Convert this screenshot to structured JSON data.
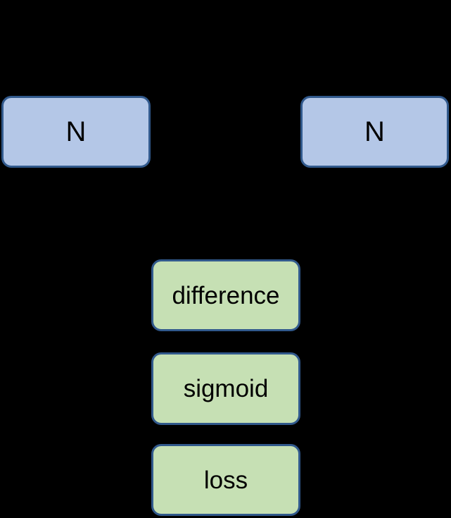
{
  "diagram": {
    "background_color": "#000000",
    "node_border_color": "#31598c",
    "text_color": "#000000",
    "blue_fill": "#b4c7e7",
    "green_fill": "#c6e0b4",
    "nodes": [
      {
        "id": "input-left",
        "label": "N",
        "color": "#b4c7e7",
        "role": "input-node"
      },
      {
        "id": "input-right",
        "label": "N",
        "color": "#b4c7e7",
        "role": "input-node"
      },
      {
        "id": "difference",
        "label": "difference",
        "color": "#c6e0b4",
        "role": "operation-node"
      },
      {
        "id": "sigmoid",
        "label": "sigmoid",
        "color": "#c6e0b4",
        "role": "operation-node"
      },
      {
        "id": "loss",
        "label": "loss",
        "color": "#c6e0b4",
        "role": "output-node"
      }
    ]
  }
}
